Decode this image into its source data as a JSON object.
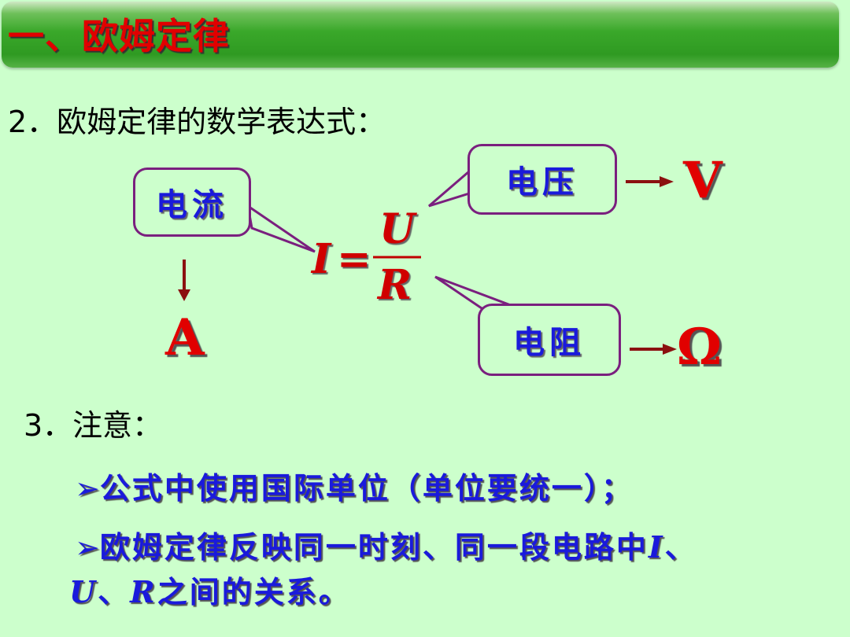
{
  "title": "一、欧姆定律",
  "section2": "2．欧姆定律的数学表达式：",
  "labels": {
    "current": "电流",
    "voltage": "电压",
    "resistance": "电阻"
  },
  "units": {
    "current": "A",
    "voltage": "V",
    "resistance": "Ω"
  },
  "formula": {
    "lhs": "I",
    "eq": "=",
    "numerator": "U",
    "denominator": "R"
  },
  "section3": "3．注意：",
  "bullets": {
    "marker": "➢",
    "b1": "公式中使用国际单位（单位要统一）；",
    "b2_line1_text": "欧姆定律反映同一时刻、同一段电路中",
    "b2_i": "I",
    "b2_sep": "、",
    "b2_u": "U",
    "b2_sep2": "、",
    "b2_r": "R",
    "b2_tail": "之间的关系。"
  },
  "colors": {
    "background": "#ccffcc",
    "title_red": "#e10000",
    "label_blue": "#1a1adb",
    "box_border": "#7a1f7e",
    "arrow": "#8b1010"
  }
}
